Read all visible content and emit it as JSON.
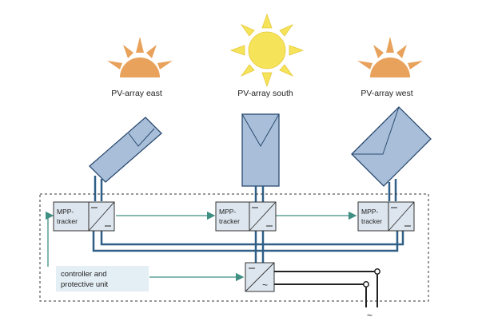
{
  "arrays": [
    {
      "label": "PV-array east"
    },
    {
      "label": "PV-array south"
    },
    {
      "label": "PV-array west"
    }
  ],
  "trackers": [
    {
      "label_line1": "MPP-",
      "label_line2": "tracker"
    },
    {
      "label_line1": "MPP-",
      "label_line2": "tracker"
    },
    {
      "label_line1": "MPP-",
      "label_line2": "tracker"
    }
  ],
  "controller": {
    "line1": "controller and",
    "line2": "protective unit"
  },
  "symbols": {
    "dc": "=",
    "ac": "~",
    "grid": "~"
  },
  "colors": {
    "sun_orange": "#e8a25c",
    "sun_yellow": "#f5e35a",
    "panel_fill": "#a9bfd9",
    "panel_stroke": "#2a4a70",
    "bus_blue": "#2f5f86",
    "signal_teal": "#3f8f82",
    "box_fill": "#dde6ee",
    "controller_fill": "#e4eef5"
  }
}
